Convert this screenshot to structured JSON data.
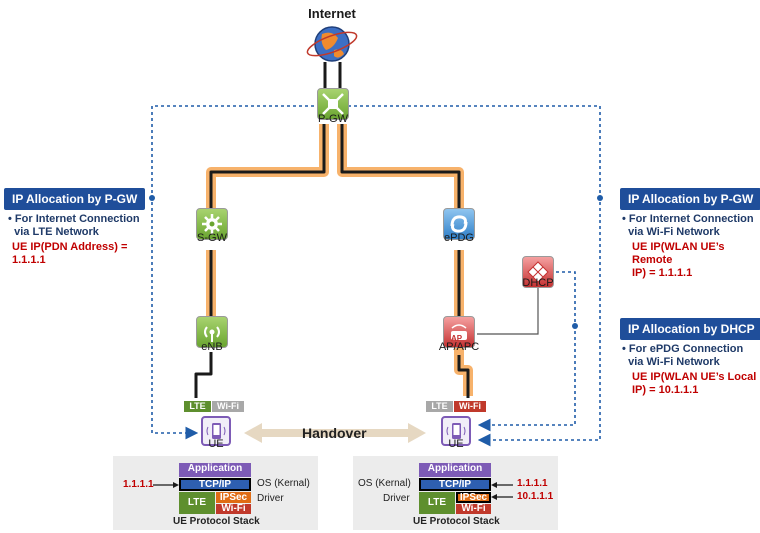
{
  "nodes": {
    "internet": "Internet",
    "pgw": "P-GW",
    "sgw": "S-GW",
    "epdg": "ePDG",
    "dhcp": "DHCP",
    "enb": "eNB",
    "ap": "AP/APC",
    "ap_icon_text": "AP",
    "ue_left": "UE",
    "ue_right": "UE"
  },
  "handover": "Handover",
  "left_panel": {
    "title": "IP Allocation by P-GW",
    "bullet_line1": "For Internet Connection",
    "bullet_line2": "via LTE Network",
    "ip_line1": "UE IP(PDN Address) =",
    "ip_line2": "1.1.1.1"
  },
  "right_panel_top": {
    "title": "IP Allocation by P-GW",
    "bullet_line1": "For Internet Connection",
    "bullet_line2": "via Wi-Fi Network",
    "ip_line1": "UE IP(WLAN UE’s Remote",
    "ip_line2": "IP) = 1.1.1.1"
  },
  "right_panel_bottom": {
    "title": "IP Allocation by DHCP",
    "bullet_line1": "For ePDG Connection",
    "bullet_line2": "via Wi-Fi Network",
    "ip_line1": "UE IP(WLAN UE’s Local",
    "ip_line2": "IP) = 10.1.1.1"
  },
  "interfaces": {
    "left_lte": "LTE",
    "left_wifi": "Wi-Fi",
    "right_lte": "LTE",
    "right_wifi": "Wi-Fi"
  },
  "left_stack": {
    "application": "Application",
    "tcpip": "TCP/IP",
    "lte": "LTE",
    "ipsec": "IPSec",
    "wifi": "Wi-Fi",
    "os_label": "OS (Kernal)",
    "driver_label": "Driver",
    "ip": "1.1.1.1",
    "caption": "UE Protocol Stack"
  },
  "right_stack": {
    "application": "Application",
    "tcpip": "TCP/IP",
    "lte": "LTE",
    "ipsec": "IPSec",
    "wifi": "Wi-Fi",
    "os_label": "OS (Kernal)",
    "driver_label": "Driver",
    "ip1": "1.1.1.1",
    "ip2": "10.1.1.1",
    "caption": "UE Protocol Stack"
  },
  "colors": {
    "header_blue": "#1f4e9a",
    "ip_red": "#c00000",
    "tunnel_orange": "#f7b26b",
    "dashed_blue": "#1f5ca8",
    "stack_purple": "#7d5bb6",
    "stack_blue": "#2e5fb0",
    "stack_green": "#5e8f2e",
    "stack_orange": "#e06c14",
    "stack_red": "#c0392b"
  },
  "icons": [
    "globe-icon",
    "gateway-icon",
    "gear-icon",
    "swirl-icon",
    "diamond-icon",
    "antenna-icon",
    "ap-icon",
    "phone-icon"
  ]
}
